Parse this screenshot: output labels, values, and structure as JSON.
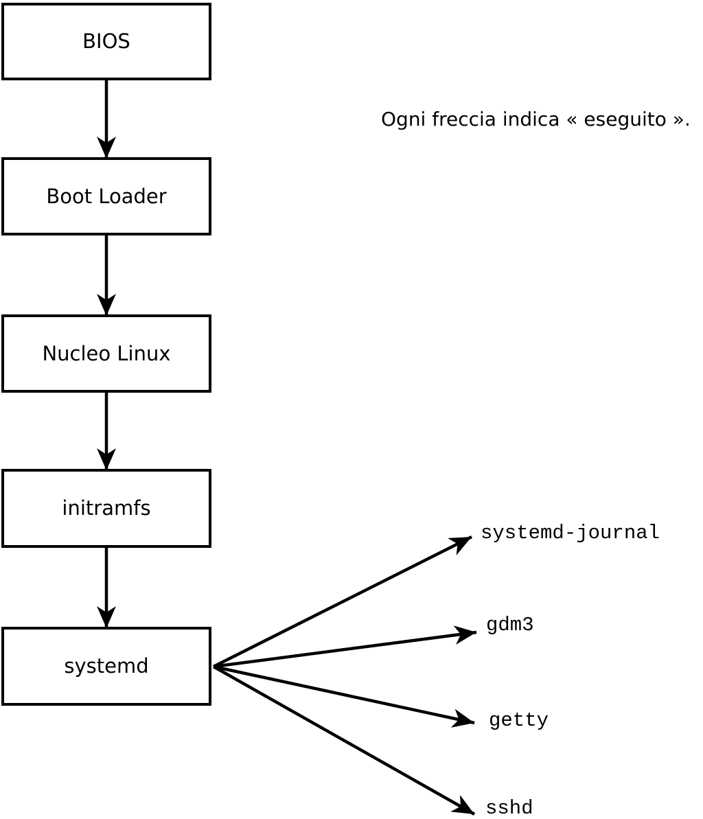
{
  "diagram": {
    "caption": "Ogni freccia indica « eseguito ».",
    "boxes": [
      {
        "id": "bios",
        "label": "BIOS"
      },
      {
        "id": "boot-loader",
        "label": "Boot Loader"
      },
      {
        "id": "nucleo-linux",
        "label": "Nucleo Linux"
      },
      {
        "id": "initramfs",
        "label": "initramfs"
      },
      {
        "id": "systemd",
        "label": "systemd"
      }
    ],
    "services": [
      {
        "id": "systemd-journal",
        "label": "systemd-journal"
      },
      {
        "id": "gdm3",
        "label": "gdm3"
      },
      {
        "id": "getty",
        "label": "getty"
      },
      {
        "id": "sshd",
        "label": "sshd"
      }
    ],
    "edges": [
      "BIOS → Boot Loader",
      "Boot Loader → Nucleo Linux",
      "Nucleo Linux → initramfs",
      "initramfs → systemd",
      "systemd → systemd-journal",
      "systemd → gdm3",
      "systemd → getty",
      "systemd → sshd"
    ],
    "colors": {
      "foreground": "#000000",
      "background": "#ffffff"
    }
  }
}
